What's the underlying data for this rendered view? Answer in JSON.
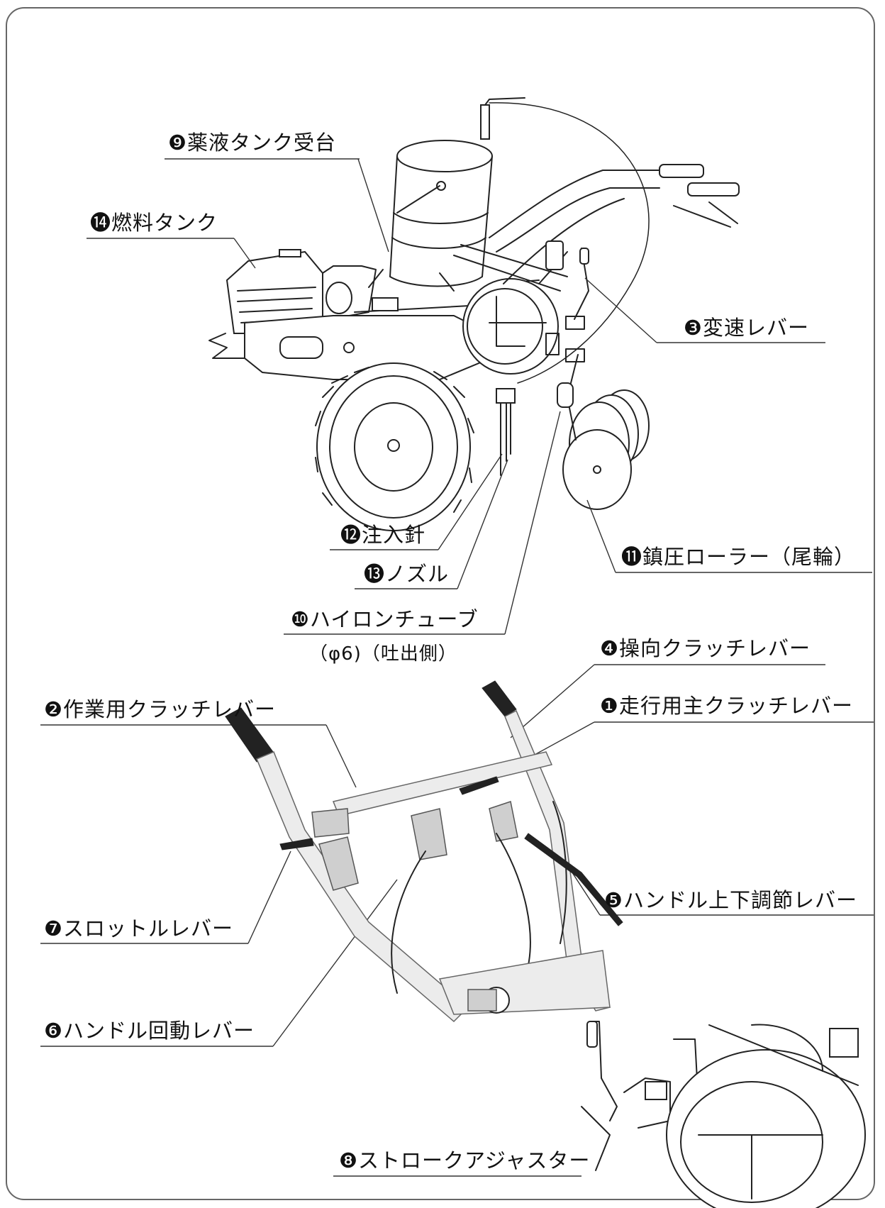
{
  "labels": {
    "l9": "❾薬液タンク受台",
    "l14": "⓮燃料タンク",
    "l3": "❸変速レバー",
    "l11": "⓫鎮圧ローラー（尾輪）",
    "l12": "⓬注入針",
    "l13": "⓭ノズル",
    "l10": "❿ハイロンチューブ",
    "l10_sub": "（φ6)（吐出側）",
    "l4": "❹操向クラッチレバー",
    "l1": "❶走行用主クラッチレバー",
    "l2": "❷作業用クラッチレバー",
    "l5": "❺ハンドル上下調節レバー",
    "l7": "❼スロットルレバー",
    "l6": "❻ハンドル回動レバー",
    "l8": "❽ストロークアジャスター"
  }
}
